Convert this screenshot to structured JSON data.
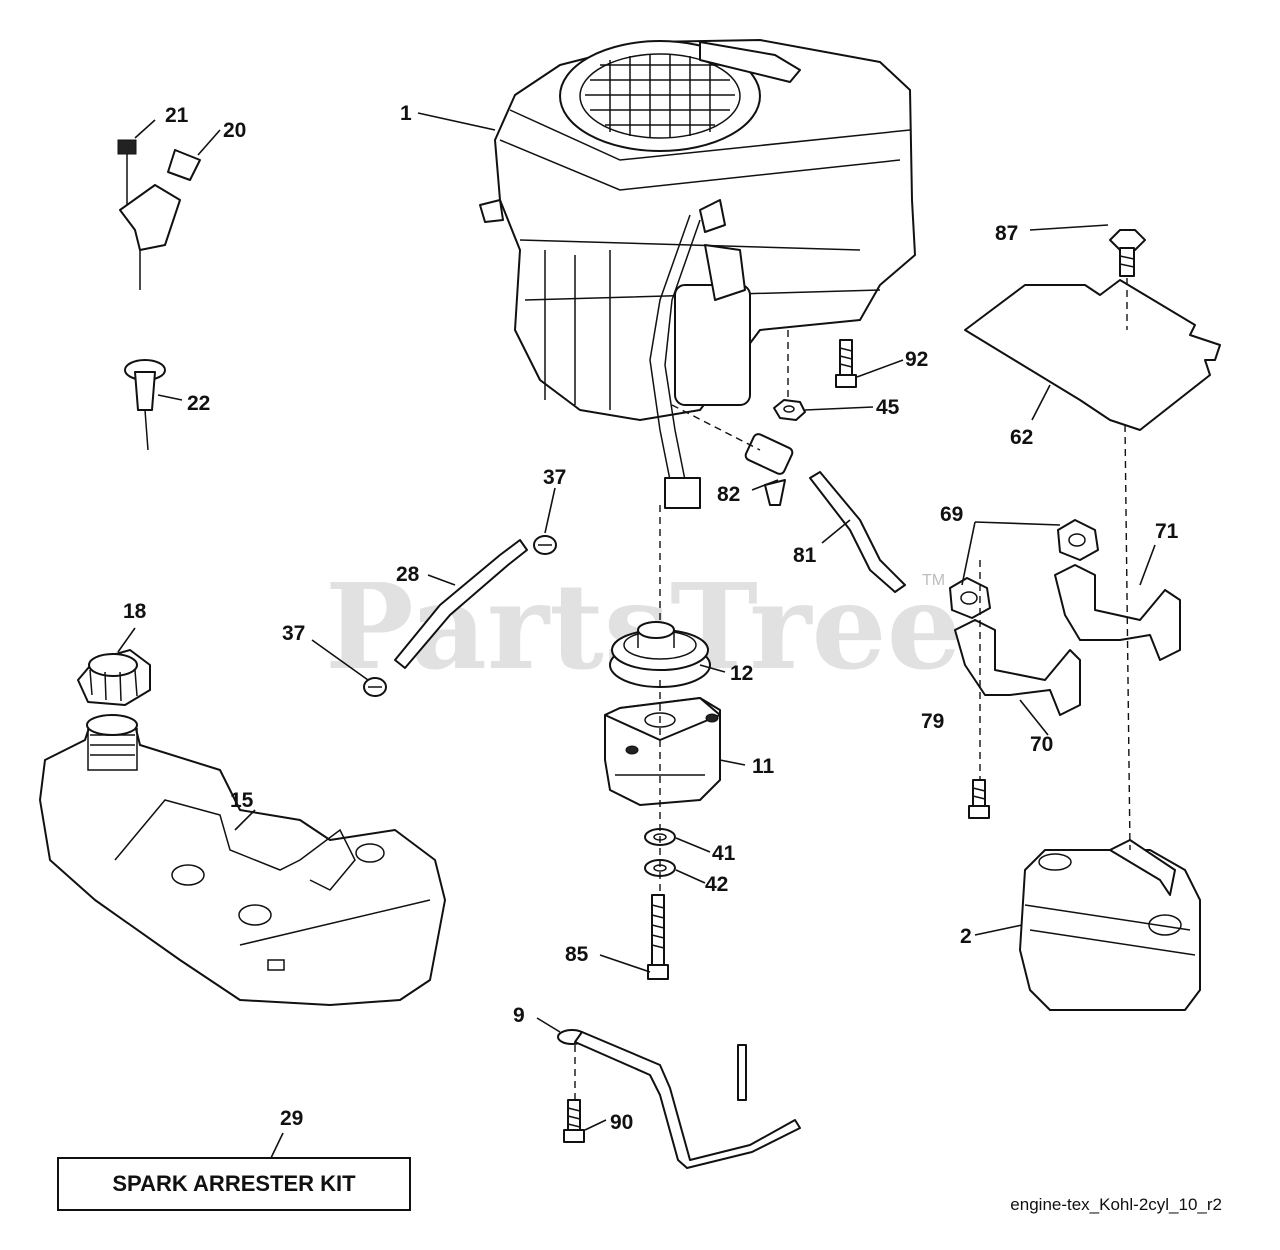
{
  "watermark": {
    "text": "PartsTree",
    "tm": "TM"
  },
  "kit": {
    "label": "SPARK ARRESTER KIT"
  },
  "drawing_ref": "engine-tex_Kohl-2cyl_10_r2",
  "callouts": {
    "c1": "1",
    "c2": "2",
    "c9": "9",
    "c11": "11",
    "c12": "12",
    "c15": "15",
    "c18": "18",
    "c20": "20",
    "c21": "21",
    "c22": "22",
    "c28": "28",
    "c29": "29",
    "c37a": "37",
    "c37b": "37",
    "c41": "41",
    "c42": "42",
    "c45": "45",
    "c62": "62",
    "c69": "69",
    "c70": "70",
    "c71": "71",
    "c79": "79",
    "c81": "81",
    "c82": "82",
    "c85": "85",
    "c87": "87",
    "c90": "90",
    "c92": "92"
  }
}
